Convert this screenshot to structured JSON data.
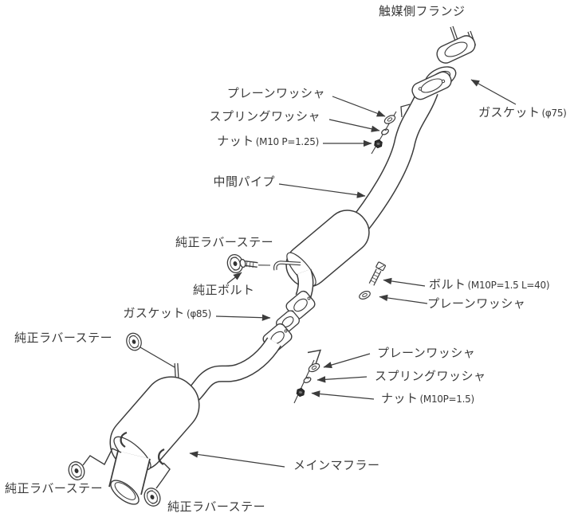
{
  "diagram_title": "exhaust-system-exploded-view",
  "colors": {
    "line": "#3c3c3c",
    "text": "#3a3a3a",
    "background": "#ffffff",
    "dark_fill": "#2e2e2e"
  },
  "labels": {
    "catalyst_flange": {
      "text": "触媒側フランジ"
    },
    "gasket_75": {
      "text": "ガスケット",
      "spec": "(φ75)"
    },
    "plain_washer_top": {
      "text": "プレーンワッシャ"
    },
    "spring_washer_top": {
      "text": "スプリングワッシャ"
    },
    "nut_m10_125": {
      "text": "ナット",
      "spec": "(M10 P=1.25)"
    },
    "middle_pipe": {
      "text": "中間パイプ"
    },
    "oem_rubber_stay_upper": {
      "text": "純正ラバーステー"
    },
    "oem_bolt": {
      "text": "純正ボルト"
    },
    "gasket_85": {
      "text": "ガスケット",
      "spec": "(φ85)"
    },
    "oem_rubber_stay_left": {
      "text": "純正ラバーステー"
    },
    "bolt_m10": {
      "text": "ボルト",
      "spec": "(M10P=1.5 L=40)"
    },
    "plain_washer_mid": {
      "text": "プレーンワッシャ"
    },
    "plain_washer_bottom": {
      "text": "プレーンワッシャ"
    },
    "spring_washer_bottom": {
      "text": "スプリングワッシャ"
    },
    "nut_m10_15": {
      "text": "ナット",
      "spec": "(M10P=1.5)"
    },
    "main_muffler": {
      "text": "メインマフラー"
    },
    "oem_rubber_stay_bottom_left": {
      "text": "純正ラバーステー"
    },
    "oem_rubber_stay_bottom_center": {
      "text": "純正ラバーステー"
    }
  }
}
